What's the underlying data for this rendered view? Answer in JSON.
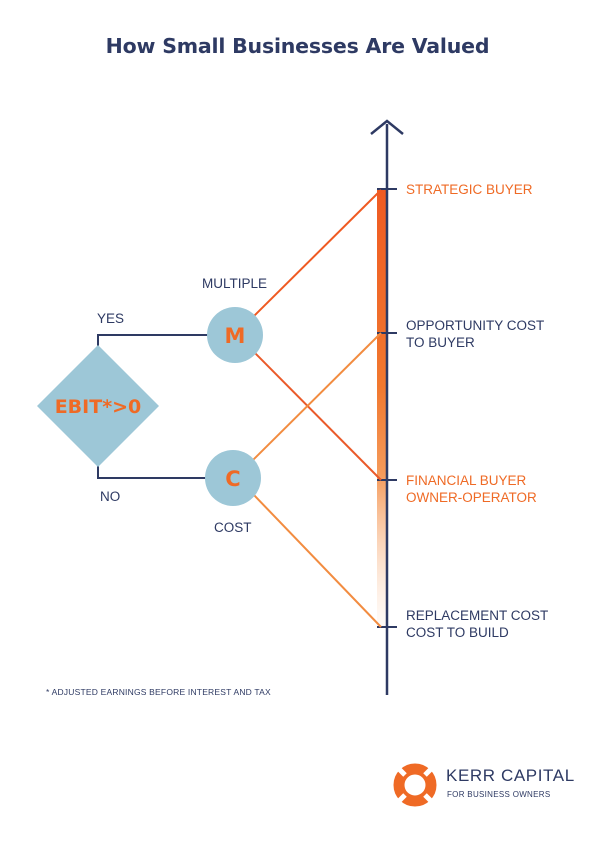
{
  "title": "How Small Businesses Are Valued",
  "decision": {
    "node": "EBIT*>0",
    "yes": "YES",
    "no": "NO"
  },
  "methods": [
    {
      "letter": "M",
      "label": "MULTIPLE"
    },
    {
      "letter": "C",
      "label": "COST"
    }
  ],
  "scale_levels": [
    {
      "lines": [
        "STRATEGIC BUYER"
      ]
    },
    {
      "lines": [
        "OPPORTUNITY COST",
        "TO BUYER"
      ]
    },
    {
      "lines": [
        "FINANCIAL BUYER",
        "OWNER-OPERATOR"
      ]
    },
    {
      "lines": [
        "REPLACEMENT COST",
        "COST TO BUILD"
      ]
    }
  ],
  "footnote": "* ADJUSTED EARNINGS BEFORE INTEREST AND TAX",
  "brand": {
    "name": "KERR CAPITAL",
    "tagline": "FOR BUSINESS OWNERS"
  },
  "colors": {
    "navy": "#2e3a63",
    "orange": "#ef6a25",
    "light_orange": "#f28c40",
    "circle_blue": "#9dc7d7"
  }
}
